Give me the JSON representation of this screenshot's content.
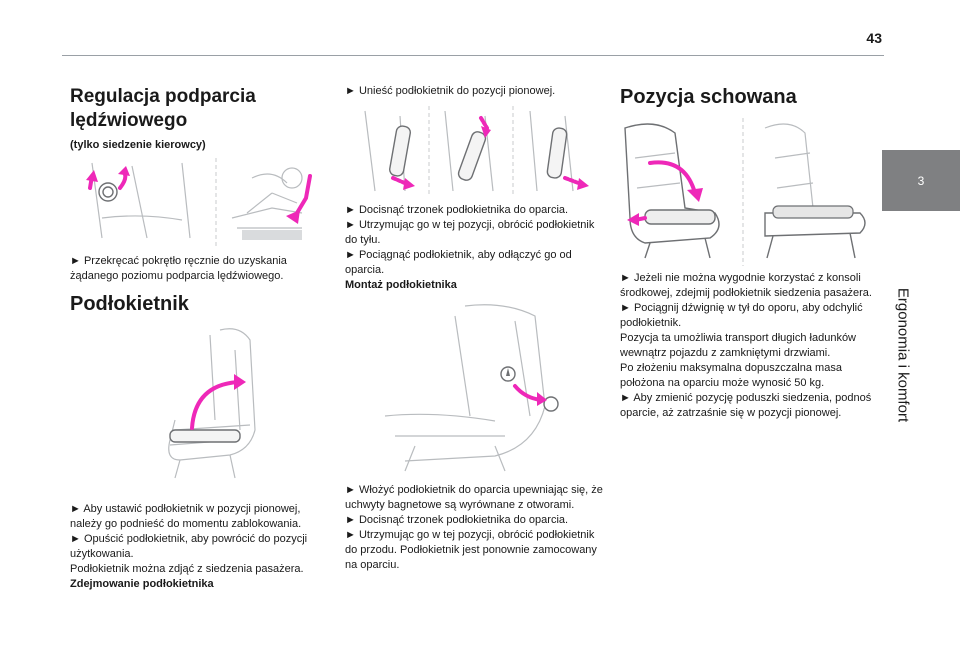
{
  "page_number": "43",
  "chapter_tab": "3",
  "chapter_title": "Ergonomia i komfort",
  "col1": {
    "title": "Regulacja podparcia lędźwiowego",
    "subtitle": "(tylko siedzenie kierowcy)",
    "lumbar_text": "► Przekręcać pokrętło ręcznie do uzyskania żądanego poziomu podparcia lędźwiowego.",
    "armrest_title": "Podłokietnik",
    "armrest_p1": "► Aby ustawić podłokietnik w pozycji pionowej, należy go podnieść do momentu zablokowania.",
    "armrest_p2": "► Opuścić podłokietnik, aby powrócić do pozycji użytkowania.",
    "armrest_p3": "Podłokietnik można zdjąć z siedzenia pasażera.",
    "armrest_p4": "Zdejmowanie podłokietnika"
  },
  "col2": {
    "p1": "► Unieść podłokietnik do pozycji pionowej.",
    "p2": "► Docisnąć trzonek podłokietnika do oparcia.",
    "p3": "► Utrzymując go w tej pozycji, obrócić podłokietnik do tyłu.",
    "p4": "► Pociągnąć podłokietnik, aby odłączyć go od oparcia.",
    "p5": "Montaż podłokietnika",
    "p6": "► Włożyć podłokietnik do oparcia upewniając się, że uchwyty bagnetowe są wyrównane z otworami.",
    "p7": "► Docisnąć trzonek podłokietnika do oparcia.",
    "p8": "► Utrzymując go w tej pozycji, obrócić podłokietnik do przodu. Podłokietnik jest ponownie zamocowany na oparciu."
  },
  "col3": {
    "title": "Pozycja schowana",
    "p1": "► Jeżeli nie można wygodnie korzystać z konsoli środkowej, zdejmij podłokietnik siedzenia pasażera.",
    "p2": "► Pociągnij dźwignię w tył do oporu, aby odchylić podłokietnik.",
    "p3": "Pozycja ta umożliwia transport długich ładunków wewnątrz pojazdu z zamkniętymi drzwiami.",
    "p4": "Po złożeniu maksymalna dopuszczalna masa położona na oparciu może wynosić 50 kg.",
    "p5": "► Aby zmienić pozycję poduszki siedzenia, podnoś oparcie, aż zatrzaśnie się w pozycji pionowej."
  },
  "colors": {
    "accent": "#ee28b8",
    "tab": "#7f8082"
  }
}
